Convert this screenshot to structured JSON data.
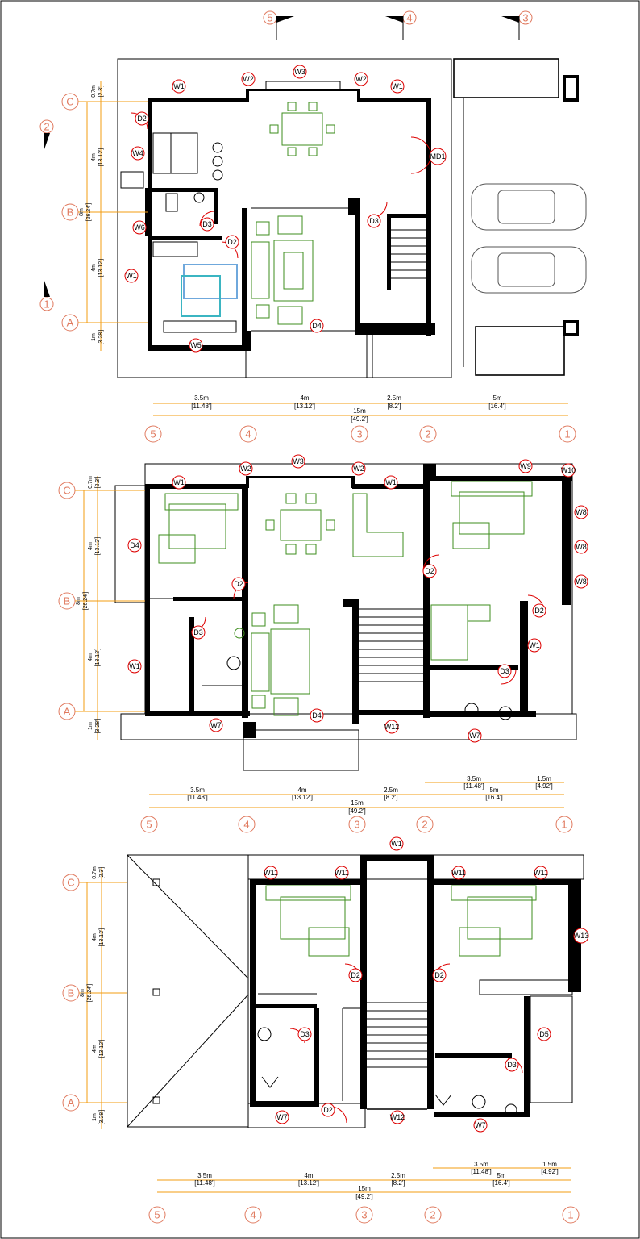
{
  "north_markers": [
    "5",
    "4",
    "3"
  ],
  "section_markers": [
    "2",
    "1"
  ],
  "axis_numbers": [
    "5",
    "4",
    "3",
    "2",
    "1"
  ],
  "axis_letters": [
    "C",
    "B",
    "A"
  ],
  "vertical_dims": {
    "top": [
      "0.7m",
      "[2.3']"
    ],
    "upper": [
      "4m",
      "[13.12']"
    ],
    "total": [
      "8m",
      "[26.24']"
    ],
    "lower": [
      "4m",
      "[13.12']"
    ],
    "bottom": [
      "1m",
      "[3.28']"
    ]
  },
  "plan1": {
    "horizontal_dims": [
      {
        "m": "3.5m",
        "ft": "[11.48']"
      },
      {
        "m": "4m",
        "ft": "[13.12']"
      },
      {
        "m": "2.5m",
        "ft": "[8.2']"
      },
      {
        "m": "5m",
        "ft": "[16.4']"
      }
    ],
    "total_dim": {
      "m": "15m",
      "ft": "[49.2']"
    },
    "tags": [
      "W1",
      "W2",
      "W3",
      "W2",
      "W1",
      "D2",
      "W4",
      "MD1",
      "D3",
      "W6",
      "D2",
      "W1",
      "D4",
      "W5",
      "D3"
    ]
  },
  "plan2": {
    "horizontal_dims": [
      {
        "m": "3.5m",
        "ft": "[11.48']"
      },
      {
        "m": "4m",
        "ft": "[13.12']"
      },
      {
        "m": "2.5m",
        "ft": "[8.2']"
      },
      {
        "m": "5m",
        "ft": "[16.4']"
      }
    ],
    "sub_dims": [
      {
        "m": "3.5m",
        "ft": "[11.48']"
      },
      {
        "m": "1.5m",
        "ft": "[4.92']"
      }
    ],
    "total_dim": {
      "m": "15m",
      "ft": "[49.2']"
    },
    "tags": [
      "W3",
      "W2",
      "W2",
      "W1",
      "W9",
      "W10",
      "W1",
      "D4",
      "W8",
      "W8",
      "W8",
      "D2",
      "D2",
      "D2",
      "D3",
      "W1",
      "W1",
      "D3",
      "D4",
      "W7",
      "W12",
      "W7"
    ]
  },
  "plan3": {
    "horizontal_dims": [
      {
        "m": "3.5m",
        "ft": "[11.48']"
      },
      {
        "m": "4m",
        "ft": "[13.12']"
      },
      {
        "m": "2.5m",
        "ft": "[8.2']"
      },
      {
        "m": "5m",
        "ft": "[16.4']"
      }
    ],
    "sub_dims": [
      {
        "m": "3.5m",
        "ft": "[11.48']"
      },
      {
        "m": "1.5m",
        "ft": "[4.92']"
      }
    ],
    "total_dim": {
      "m": "15m",
      "ft": "[49.2']"
    },
    "tags": [
      "W1",
      "W11",
      "W11",
      "W11",
      "W11",
      "W13",
      "D2",
      "D2",
      "D5",
      "D3",
      "D3",
      "D2",
      "W7",
      "W12",
      "W7"
    ]
  },
  "colors": {
    "wall": "#000000",
    "furniture": "#3e8e1e",
    "grid": "#e07a5f",
    "dimension": "#f39c12",
    "tag_ring": "#dd0000"
  }
}
